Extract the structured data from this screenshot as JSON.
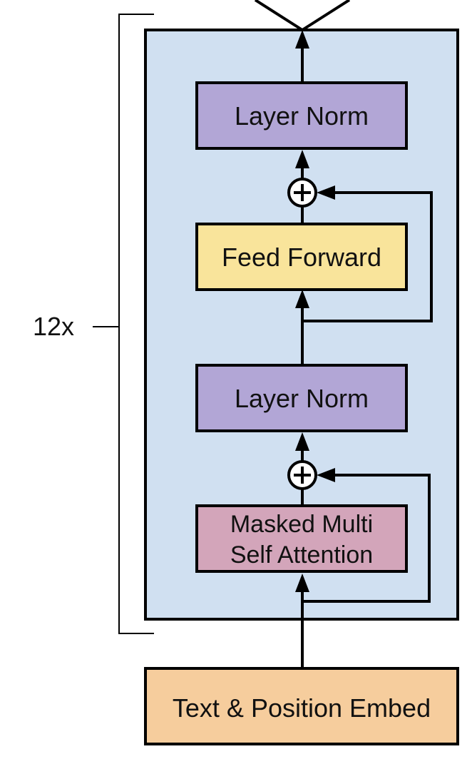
{
  "repeat_label": "12x",
  "blocks": {
    "layer_norm_top": "Layer Norm",
    "feed_forward": "Feed Forward",
    "layer_norm_bottom": "Layer Norm",
    "masked_attention_line1": "Masked Multi",
    "masked_attention_line2": "Self Attention",
    "text_position_embed": "Text & Position Embed"
  },
  "colors": {
    "block_background": "#d0e0f1",
    "layer_norm": "#b2a6d6",
    "feed_forward": "#f9e49b",
    "masked_attention": "#d3a5ba",
    "embed": "#f6cd9d",
    "stroke": "#000000"
  }
}
